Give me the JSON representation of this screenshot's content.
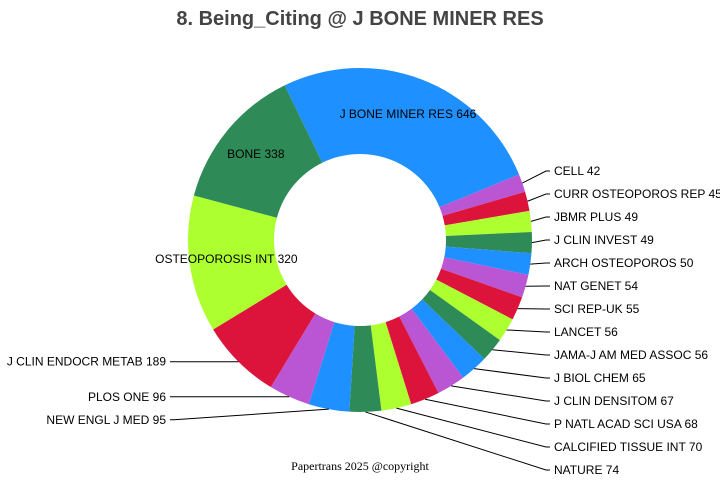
{
  "chart_data": {
    "type": "pie",
    "title": "8. Being_Citing @ J BONE MINER RES",
    "footer": "Papertrans 2025 @copyright",
    "slices": [
      {
        "label": "J BONE MINER RES",
        "value": 646,
        "color": "#1e90ff"
      },
      {
        "label": "CELL",
        "value": 42,
        "color": "#ba55d3"
      },
      {
        "label": "CURR OSTEOPOROS REP",
        "value": 45,
        "color": "#dc143c"
      },
      {
        "label": "JBMR PLUS",
        "value": 49,
        "color": "#adff2f"
      },
      {
        "label": "J CLIN INVEST",
        "value": 49,
        "color": "#2e8b57"
      },
      {
        "label": "ARCH OSTEOPOROS",
        "value": 50,
        "color": "#1e90ff"
      },
      {
        "label": "NAT GENET",
        "value": 54,
        "color": "#ba55d3"
      },
      {
        "label": "SCI REP-UK",
        "value": 55,
        "color": "#dc143c"
      },
      {
        "label": "LANCET",
        "value": 56,
        "color": "#adff2f"
      },
      {
        "label": "JAMA-J AM MED ASSOC",
        "value": 56,
        "color": "#2e8b57"
      },
      {
        "label": "J BIOL CHEM",
        "value": 65,
        "color": "#1e90ff"
      },
      {
        "label": "J CLIN DENSITOM",
        "value": 67,
        "color": "#ba55d3"
      },
      {
        "label": "P NATL ACAD SCI USA",
        "value": 68,
        "color": "#dc143c"
      },
      {
        "label": "CALCIFIED TISSUE INT",
        "value": 70,
        "color": "#adff2f"
      },
      {
        "label": "NATURE",
        "value": 74,
        "color": "#2e8b57"
      },
      {
        "label": "NEW ENGL J MED",
        "value": 95,
        "color": "#1e90ff"
      },
      {
        "label": "PLOS ONE",
        "value": 96,
        "color": "#ba55d3"
      },
      {
        "label": "J CLIN ENDOCR METAB",
        "value": 189,
        "color": "#dc143c"
      },
      {
        "label": "OSTEOPOROSIS INT",
        "value": 320,
        "color": "#adff2f"
      },
      {
        "label": "BONE",
        "value": 338,
        "color": "#2e8b57"
      }
    ]
  }
}
